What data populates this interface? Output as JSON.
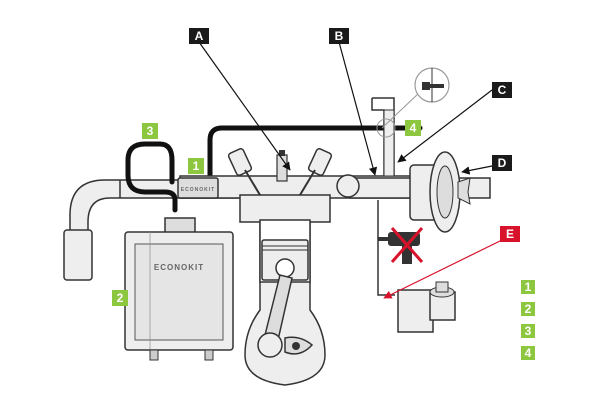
{
  "diagram": {
    "letter_labels": {
      "a": "A",
      "b": "B",
      "c": "C",
      "d": "D",
      "e": "E"
    },
    "number_labels": {
      "n1": "1",
      "n2": "2",
      "n3": "3",
      "n4": "4"
    },
    "legend": [
      "1",
      "2",
      "3",
      "4"
    ],
    "module_brand": "ECONOKIT",
    "sensor_brand": "ECONOKIT"
  },
  "colors": {
    "letter_label_fill": "#1a1a1a",
    "warning_label_fill": "#d9122b",
    "number_label_fill": "#8dc63f",
    "outline": "#333333",
    "fill": "#eeeeee",
    "hose": "#111111"
  },
  "icons": {
    "engine": "engine-cylinder-icon",
    "drill": "drill-icon",
    "prohibited": "prohibited-icon",
    "zoom": "magnifier-detail-icon"
  }
}
